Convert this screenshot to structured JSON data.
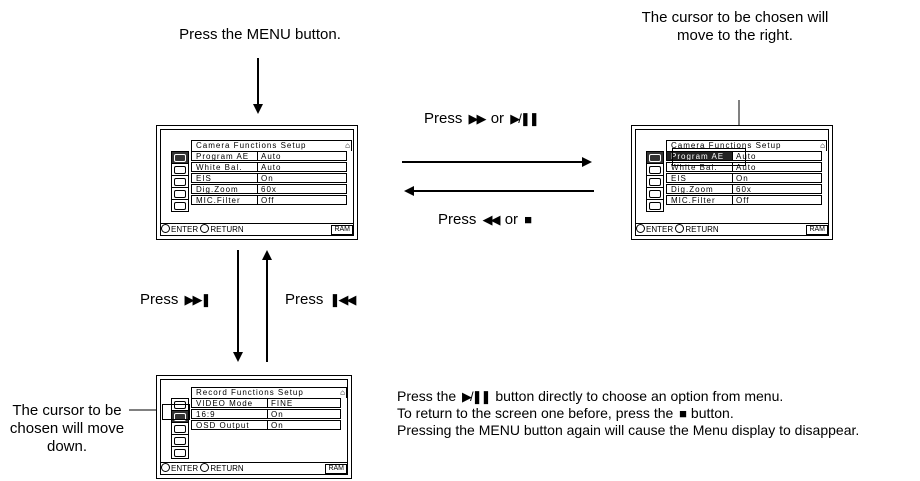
{
  "labels": {
    "press_menu": "Press the MENU button.",
    "cursor_right": "The cursor to be chosen will move to the right.",
    "press_ff_pause": "Press",
    "press_ff_pause_or": "or",
    "press_rew_stop": "Press",
    "press_rew_stop_or": "or",
    "press_next": "Press",
    "press_prev": "Press",
    "cursor_down": "The cursor to be chosen will move down.",
    "instructions_1": "Press the",
    "instructions_1b": "button directly to choose an option from menu.",
    "instructions_2": "To return to the screen one before, press the",
    "instructions_2b": "button.",
    "instructions_3": "Pressing the MENU button again will cause the Menu display to disappear."
  },
  "glyphs": {
    "ff": "▶▶",
    "play_pause": "▶/❚❚",
    "rew": "◀◀",
    "stop": "■",
    "next": "▶▶❚",
    "prev": "❚◀◀"
  },
  "screen_main": {
    "title": "Camera Functions Setup",
    "rows": [
      {
        "name": "Program AE",
        "value": "Auto"
      },
      {
        "name": "White Bal.",
        "value": "Auto"
      },
      {
        "name": "EIS",
        "value": "On"
      },
      {
        "name": "Dig.Zoom",
        "value": "60x"
      },
      {
        "name": "MIC.Filter",
        "value": "Off"
      }
    ],
    "enter": "ENTER",
    "return": "RETURN",
    "ram": "RAM"
  },
  "screen_right": {
    "title": "Camera Functions Setup",
    "rows": [
      {
        "name": "Program AE",
        "value": "Auto"
      },
      {
        "name": "White Bal.",
        "value": "Auto"
      },
      {
        "name": "EIS",
        "value": "On"
      },
      {
        "name": "Dig.Zoom",
        "value": "60x"
      },
      {
        "name": "MIC.Filter",
        "value": "Off"
      }
    ],
    "enter": "ENTER",
    "return": "RETURN",
    "ram": "RAM"
  },
  "screen_bottom": {
    "title": "Record Functions Setup",
    "rows": [
      {
        "name": "VIDEO Mode",
        "value": "FINE"
      },
      {
        "name": "16:9",
        "value": "On"
      },
      {
        "name": "OSD Output",
        "value": "On"
      }
    ],
    "enter": "ENTER",
    "return": "RETURN",
    "ram": "RAM"
  }
}
